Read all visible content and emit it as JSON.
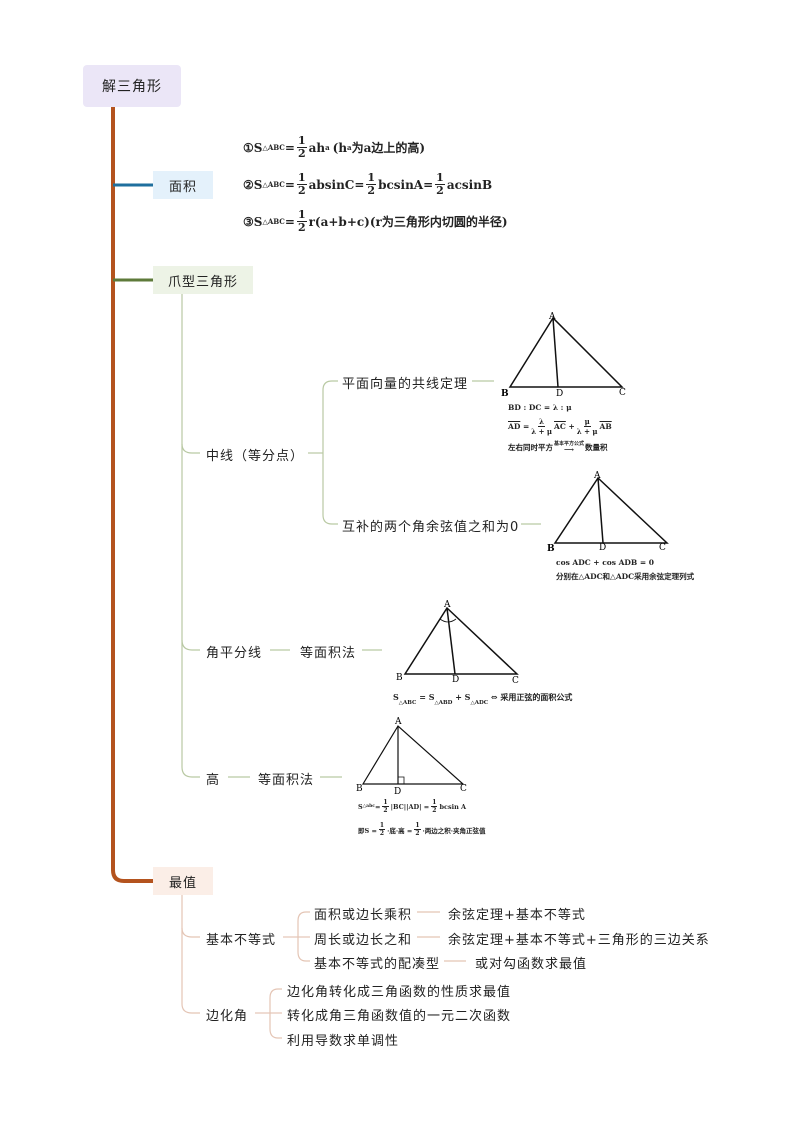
{
  "root": {
    "label": "解三角形"
  },
  "area": {
    "label": "面积",
    "f1": {
      "circ": "①",
      "s": "S",
      "sub": "△ABC",
      "eq": "=",
      "frac": [
        "1",
        "2"
      ],
      "body": "ah",
      "hsub": "a",
      "rest": "(h",
      "rest_sub": "a",
      "rest_end": "为a边上的高)"
    },
    "f2": {
      "circ": "②",
      "s": "S",
      "sub": "△ABC",
      "eq": "=",
      "frac": [
        "1",
        "2"
      ],
      "t1": "absinC=",
      "t2": "bcsinA=",
      "t3": "acsinB"
    },
    "f3": {
      "circ": "③",
      "s": "S",
      "sub": "△ABC",
      "eq": "=",
      "frac": [
        "1",
        "2"
      ],
      "body": "r(a+b+c)(r为三角形内切圆的半径)"
    }
  },
  "claw": {
    "label": "爪型三角形",
    "median": {
      "label": "中线（等分点）",
      "child1": {
        "label": "平面向量的共线定理",
        "tri": {
          "A": "A",
          "B": "B",
          "C": "C",
          "D": "D"
        },
        "line1": "BD : DC = λ : μ",
        "line2_lhs": "AD",
        "line2_eq": "=",
        "line2_f1": [
          "λ",
          "λ + μ"
        ],
        "line2_v1": "AC",
        "line2_plus": "+",
        "line2_f2": [
          "μ",
          "λ + μ"
        ],
        "line2_v2": "AB",
        "line3_pre": "左右同时平方",
        "line3_arrow_label": "基本平方公式",
        "line3_post": "数量积"
      },
      "child2": {
        "label": "互补的两个角余弦值之和为0",
        "tri": {
          "A": "A",
          "B": "B",
          "C": "C",
          "D": "D"
        },
        "line1": "cos ADC + cos ADB = 0",
        "line2": "分别在△ADC和△ADC采用余弦定理列式"
      }
    },
    "bisector": {
      "label": "角平分线",
      "child": "等面积法",
      "tri": {
        "A": "A",
        "B": "B",
        "C": "C",
        "D": "D"
      },
      "formula_s1": "S",
      "formula_s1_sub": "△ABC",
      "formula_mid": " = S",
      "formula_s2_sub": "△ABD",
      "formula_mid2": " + S",
      "formula_s3_sub": "△ADC",
      "formula_end": " ⇔ 采用正弦的面积公式"
    },
    "height": {
      "label": "高",
      "child": "等面积法",
      "tri": {
        "A": "A",
        "B": "B",
        "C": "C",
        "D": "D"
      },
      "line1_s": "S",
      "line1_sub": "△abc",
      "line1_eq": " = ",
      "line1_frac": [
        "1",
        "2"
      ],
      "line1_mid": "|BC||AD| = ",
      "line1_frac2": [
        "1",
        "2"
      ],
      "line1_end": "bcsin A",
      "line2_pre": "即S = ",
      "line2_frac": [
        "1",
        "2"
      ],
      "line2_mid": "·底·高 = ",
      "line2_frac2": [
        "1",
        "2"
      ],
      "line2_end": "·两边之积·夹角正弦值"
    }
  },
  "extreme": {
    "label": "最值",
    "basic": {
      "label": "基本不等式",
      "items": [
        {
          "label": "面积或边长乘积",
          "child": "余弦定理+基本不等式"
        },
        {
          "label": "周长或边长之和",
          "child": "余弦定理+基本不等式+三角形的三边关系"
        },
        {
          "label": "基本不等式的配凑型",
          "child": "或对勾函数求最值"
        }
      ]
    },
    "angle": {
      "label": "边化角",
      "items": [
        "边化角转化成三角函数的性质求最值",
        "转化成角三角函数值的一元二次函数",
        "利用导数求单调性"
      ]
    }
  },
  "colors": {
    "trunk": "#b4531e",
    "area_line": "#1f6f9e",
    "claw_line": "#5e7a3a",
    "extreme_line": "#b4531e",
    "claw_branch": "#b9c9a3",
    "extreme_branch": "#e4c5b5"
  }
}
